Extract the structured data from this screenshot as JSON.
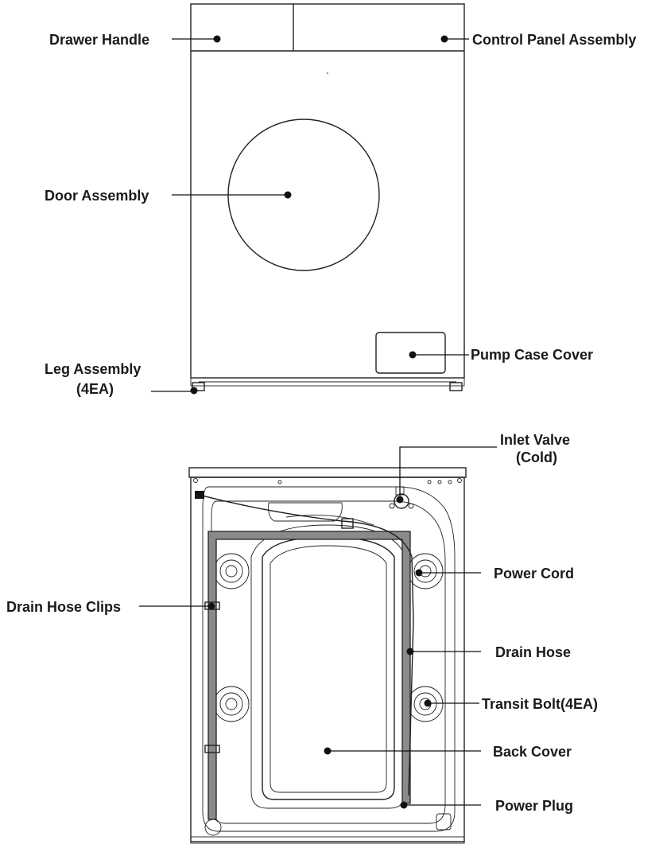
{
  "front_labels": {
    "drawer_handle": "Drawer Handle",
    "control_panel": "Control Panel Assembly",
    "door_assembly": "Door Assembly",
    "pump_case_cover": "Pump Case Cover",
    "leg_assembly_line1": "Leg Assembly",
    "leg_assembly_line2": "(4EA)"
  },
  "rear_labels": {
    "inlet_valve_line1": "Inlet Valve",
    "inlet_valve_line2": "(Cold)",
    "power_cord": "Power Cord",
    "drain_hose_clips": "Drain Hose Clips",
    "drain_hose": "Drain Hose",
    "transit_bolt": "Transit Bolt(4EA)",
    "back_cover": "Back Cover",
    "power_plug": "Power Plug"
  }
}
